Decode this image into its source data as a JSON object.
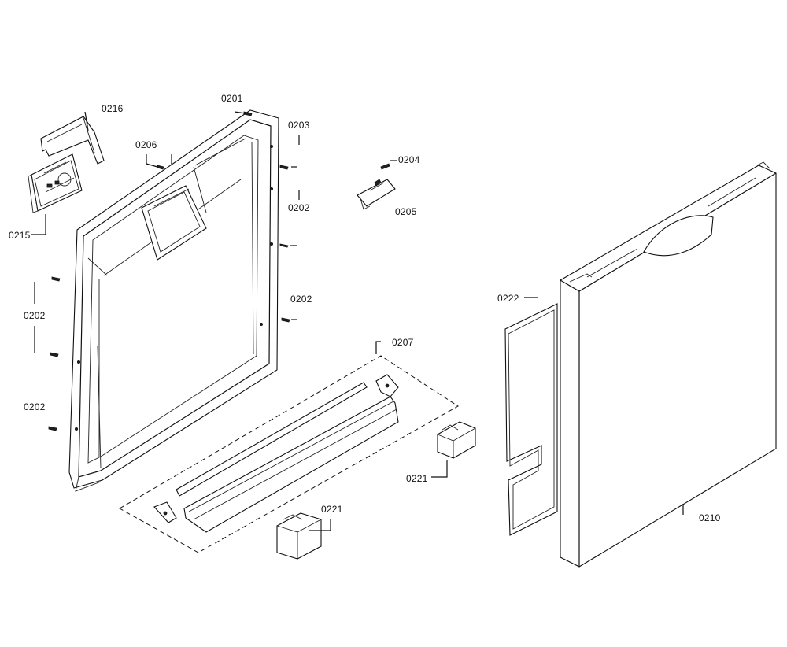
{
  "labels": {
    "p0201": "0201",
    "p0202_a": "0202",
    "p0202_b": "0202",
    "p0202_c": "0202",
    "p0202_d": "0202",
    "p0203": "0203",
    "p0204": "0204",
    "p0205": "0205",
    "p0206": "0206",
    "p0207": "0207",
    "p0210": "0210",
    "p0215": "0215",
    "p0216": "0216",
    "p0221_a": "0221",
    "p0221_b": "0221",
    "p0222": "0222"
  }
}
